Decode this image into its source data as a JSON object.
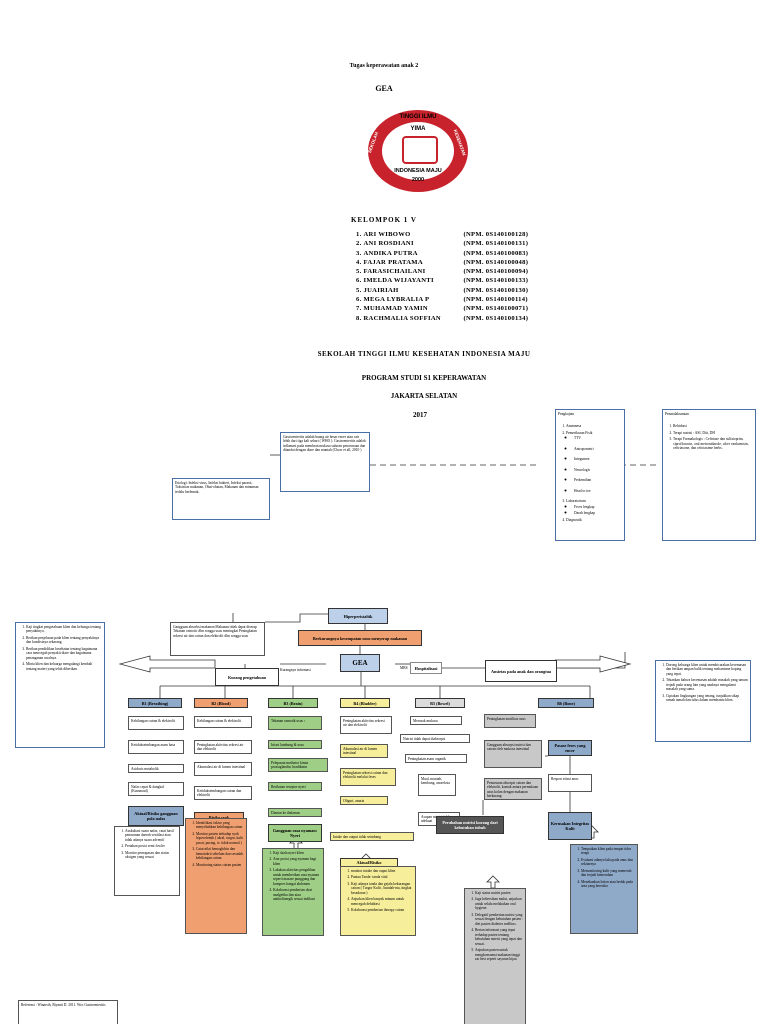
{
  "cover": {
    "task_title": "Tugas keperawatan anak 2",
    "topic": "GEA",
    "logo": {
      "top_text": "TINGGI ILMU",
      "left_text": "SEKOLAH",
      "right_text": "KESEHATAN",
      "abbr": "YIMA",
      "bottom_text": "INDONESIA MAJU",
      "year": "2000"
    },
    "group_title": "KELOMPOK 1 V",
    "members": [
      {
        "no": "1.",
        "name": "ARI WIBOWO",
        "npm": "(NPM. 0S140100128)"
      },
      {
        "no": "2.",
        "name": "ANI ROSDIANI",
        "npm": "(NPM. 0S140100131)"
      },
      {
        "no": "3.",
        "name": "ANDIKA PUTRA",
        "npm": "(NPM. 0S140100083)"
      },
      {
        "no": "4.",
        "name": "FAJAR PRATAMA",
        "npm": "(NPM. 0S140100048)"
      },
      {
        "no": "5.",
        "name": "FARASICHAILANI",
        "npm": "(NPM. 0S140100094)"
      },
      {
        "no": "6.",
        "name": "IMELDA WIJAYANTI",
        "npm": "(NPM. 0S140100133)"
      },
      {
        "no": "5.",
        "name": "JUAIRIAH",
        "npm": "(NPM. 0S140100130)"
      },
      {
        "no": "6.",
        "name": "MEGA LYBRALIA P",
        "npm": "(NPM. 0S140100114)"
      },
      {
        "no": "7.",
        "name": "MUHAMAD YAMIN",
        "npm": "(NPM. 0S140100071)"
      },
      {
        "no": "8.",
        "name": "RACHMALIA SOFFIAN",
        "npm": "(NPM. 0S140100134)"
      }
    ],
    "school": "SEKOLAH TINGGI ILMU KESEHATAN INDONESIA MAJU",
    "program": "PROGRAM STUDI S1 KEPERAWATAN",
    "city": "JAKARTA SELATAN",
    "year": "2017"
  },
  "top_map": {
    "definition": "Gastroenteritis adalah buang air besar encer atau cair lebih dari tiga kali sehari ( WHO ). Gastroenteritis adalah inflamasi pada membran mukosa saluran pencernaan dan ditandai dengan diare dan muntah (Chow et all, 2010 )",
    "etiology": "Etiologi: Infeksi virus, Infeksi bakteri, Infeksi parasit, Toksisitas makanan, Obat-obatan, Makanan dan minuman terlalu berlemak.",
    "assessment_title": "Pengkajian",
    "assessment_items": [
      "Anamnesa",
      "Pemeriksaan Fisik",
      "TTV",
      "Antropometri",
      "Integumen",
      "Neurologis",
      "Perkemihan",
      "Head to toe",
      "Laboratorium",
      "Feces lengkap",
      "Darah lengkap",
      "Diagnostik"
    ],
    "management_title": "Penatalaksanaan",
    "management_items": [
      "Rehidrasi",
      "Terapi nutrisi : ASI, Diit, DH",
      "Terapi Farmakologis : Ceftriaxe dan sulfatoprim, ciprofloxacin, oral metronidazole, ulcer vankomisin, ceftriaxone, dan cefotaxime herbs."
    ]
  },
  "flow": {
    "top_left_box": "Gangguan absorbsi makanan Makanan tidak dapat diserap Tekanan osmotic dlm rongga usus meningkat Peningkatan sekresi air dan cairan dan elektrolit dlm rongga usus",
    "hyperperistaltic": "Hiperperistaltik",
    "reduced_absorption": "Berkurangnya kesempatan usus menyerap makanan",
    "gea": "GEA",
    "kurang_pengetahuan": "Kurang pengetahuan",
    "kurangnya_informasi": "Kurangnya informasi",
    "mrs": "MRS",
    "hospitalisasi": "Hospitalisasi",
    "ansietas": "Ansietas pada anak dan orangtua",
    "b_heads": [
      "B1 (Breathing)",
      "B2 (Blood)",
      "B3 (Brain)",
      "B4 (Bladder)",
      "B5 (Bowel)",
      "B6 (Bone)"
    ],
    "b1": [
      "Kehilangan cairan & elektrolit",
      "Ketidakseimbangan asam basa",
      "Asidosis metabolik",
      "Nafas cepat & dangkal (Kussmaul)"
    ],
    "b1_dx": "Aktual/Risiko gangguan pola nafas",
    "b2": [
      "Kehilangan cairan & elektrolit",
      "Peningkatan aktivitas sekresi air dan elektrolit",
      "Akumulasi air di lumen intestinal",
      "Ketidakseimbangan cairan dan elektrolit"
    ],
    "b2_dx": "Risiko syok",
    "b3": [
      "Tekanan osmotik usus ↑",
      "Iritasi lambung & usus",
      "Pelepasan mediator kimia prostaglandin, bradikinin",
      "Berikatan reseptor nyeri",
      "Diantar ke thalamus"
    ],
    "b3_dx": "Gangguan rasa nyaman: Nyeri",
    "b4": [
      "Peningkatan aktivitas sekresi air dan elektrolit",
      "Akumulasi air di lumen intestinal",
      "Peningkatan sekresi cairan dan elektrolit melalui feses",
      "Oliguri, anuria",
      "Intake dan output tidak seimbang"
    ],
    "b4_dx": "Aktual/Risiko ketidakseimbangan cairan dan elektrolit",
    "b5": [
      "Merusak mukosa",
      "Nutrisi tidak dapat diabsorpsi",
      "Peningkatan asam organik",
      "Mual, muntah, kembung, anoreksia",
      "Asupan nutrisi tidak adekuat",
      "Peningkatan motilitas usus",
      "Gangguan absorpsi nutrisi dan cairan oleh mukosa intestinal",
      "Penurunan absorpsi cairan dan elektrolit, kontak antara permukaan usus kolon dengan makanan berkurang"
    ],
    "b5_dx": "Perubahan nutrisi kurang dari kebutuhan tubuh",
    "b6": [
      "Pasase feses yang encer",
      "Respon iritasi anus"
    ],
    "b6_dx": "Kerusakan Integritas Kulit",
    "left_interventions": [
      "Kaji tingkat pengetahuan klien dan keluarga tentang penyakitnya.",
      "Berikan penjelasan pada klien tentang penyakitnya dan kondisinya sekarang.",
      "Berikan pendidikan kesehatan tentang bagaimana cara mencegah penyakit diare dan bagaimana penanganan awalnya.",
      "Minta klien dan keluarga mengulangi kembali tentang materi yang telah diberikan."
    ],
    "right_interventions": [
      "Dorong keluarga klien untuk membicarakan kecemasan dan berikan umpan balik tentang mekanisme koping yang tepat.",
      "Tekankan bahwa kecemasan adalah masalah yang umum terjadi pada orang lain yang anaknya mengalami masalah yang sama.",
      "Ciptakan lingkungan yang tenang, tunjukkan sikap ramah tamah dan tulus dalam membantu klien."
    ],
    "iv_b1": [
      "Auskultasi suara nafas, catat hasil penurunan daerah ventilasi atau tidak adanya suara adventif",
      "Pertahan posisi semi fowler",
      "Monitor pernapasan dan status oksigen yang sesuai"
    ],
    "iv_b2": [
      "Identifikasi faktor yang menyebabkan kehilangan cairan",
      "Monitor pasien terhadap syok hipovolemik ( akral, turgor, kulit pucat, pusing, tv. tidak normal )",
      "Catat nilai hemoglobin dan hematokrit sebelum dan sesudah kehilangan cairan",
      "Monitoring status cairan pasien"
    ],
    "iv_b3": [
      "Kaji skala nyeri klien",
      "Atur posisi yang nyaman bagi klien",
      "Lakukan aktivitas pengalihan untuk memberikan rasa nyaman seperti masase punggung dan kompres hangat abdomen",
      "Kolaborasi pemberian obat analgetika dan atau antikolinergik sesuai indikasi"
    ],
    "iv_b4": [
      "monitor intake dan ouput klien",
      "Pantau Tanda- tanda vital",
      "Kaji adanya tanda dan gejala kekurangan cairan ( Turgor Kulit , bundah-nta, tingkat kesadaran )",
      "Anjurkan klien banyak minum untuk mencegah dehidrasi",
      "Kolaborasi pemberian therapy cairan"
    ],
    "iv_b5": [
      "Kaji status nutrisi pasien",
      "Jaga kebersihan mulut, anjurkan untuk selalu melakukan oral hygiene.",
      "Delegatif pemberian nutrisi yang sesuai dengan kebutuhan pasien : diet pasien diabetes mellitus.",
      "Berian informasi yang tepat terhadap pasien tentang kebutuhan nutrisi yang tepat dan sesuai.",
      "Anjurkan pasien untuk mengkonsumsi makanan tinggi zat besi seperti sayuran hijau"
    ],
    "iv_b6": [
      "Tempatkan klien pada tempat tidur terapi",
      "Evaluasi adanya luka pada anus dan sekitarnya",
      "Memonitoring kulit yang memerah dan terjadi kemerahan",
      "Menekankan lotion atau bedak pada area yang beresiko"
    ],
    "reference": "Referensi : Winarsih, Biyanti D. 2011. Woc Gastroenteritis"
  }
}
